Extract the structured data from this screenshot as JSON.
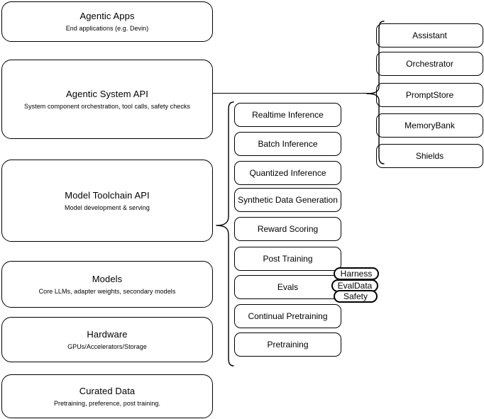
{
  "diagram": {
    "title": "AI Stack Layers Architecture Diagram",
    "stroke_color": "#000000",
    "background_color": "#ffffff"
  },
  "layers": [
    {
      "id": "agentic-apps",
      "title": "Agentic Apps",
      "subtitle": "End applications (e.g. Devin)"
    },
    {
      "id": "agentic-system-api",
      "title": "Agentic System API",
      "subtitle": "System component orchestration, tool calls, safety checks"
    },
    {
      "id": "model-toolchain-api",
      "title": "Model Toolchain API",
      "subtitle": "Model development & serving"
    },
    {
      "id": "models",
      "title": "Models",
      "subtitle": "Core LLMs, adapter weights, secondary models"
    },
    {
      "id": "hardware",
      "title": "Hardware",
      "subtitle": "GPUs/Accelerators/Storage"
    },
    {
      "id": "curated-data",
      "title": "Curated Data",
      "subtitle": "Pretraining, preference, post training."
    }
  ],
  "toolchain_components": [
    {
      "id": "realtime-inference",
      "label": "Realtime Inference"
    },
    {
      "id": "batch-inference",
      "label": "Batch Inference"
    },
    {
      "id": "quantized-inference",
      "label": "Quantized Inference"
    },
    {
      "id": "synthetic-data-generation",
      "label": "Synthetic Data Generation"
    },
    {
      "id": "reward-scoring",
      "label": "Reward Scoring"
    },
    {
      "id": "post-training",
      "label": "Post Training"
    },
    {
      "id": "evals",
      "label": "Evals"
    },
    {
      "id": "continual-pretraining",
      "label": "Continual Pretraining"
    },
    {
      "id": "pretraining",
      "label": "Pretraining"
    }
  ],
  "agentic_components": [
    {
      "id": "assistant",
      "label": "Assistant"
    },
    {
      "id": "orchestrator",
      "label": "Orchestrator"
    },
    {
      "id": "promptstore",
      "label": "PromptStore"
    },
    {
      "id": "memorybank",
      "label": "MemoryBank"
    },
    {
      "id": "shields",
      "label": "Shields"
    }
  ],
  "eval_tags": [
    {
      "id": "harness",
      "label": "Harness"
    },
    {
      "id": "evaldata",
      "label": "EvalData"
    },
    {
      "id": "safety",
      "label": "Safety"
    }
  ]
}
